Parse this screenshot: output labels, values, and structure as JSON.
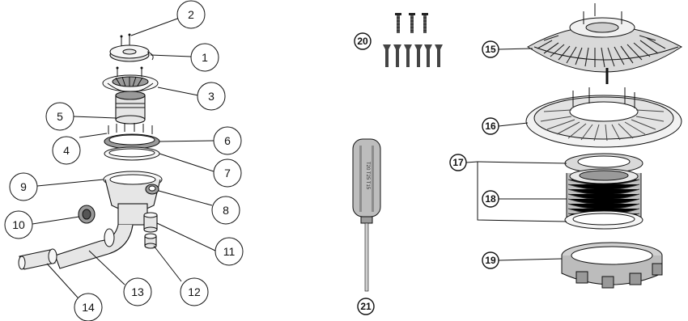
{
  "callouts_left": [
    {
      "id": "1",
      "label": "1"
    },
    {
      "id": "2",
      "label": "2"
    },
    {
      "id": "3",
      "label": "3"
    },
    {
      "id": "4",
      "label": "4"
    },
    {
      "id": "5",
      "label": "5"
    },
    {
      "id": "6",
      "label": "6"
    },
    {
      "id": "7",
      "label": "7"
    },
    {
      "id": "8",
      "label": "8"
    },
    {
      "id": "9",
      "label": "9"
    },
    {
      "id": "10",
      "label": "10"
    },
    {
      "id": "11",
      "label": "11"
    },
    {
      "id": "12",
      "label": "12"
    },
    {
      "id": "13",
      "label": "13"
    },
    {
      "id": "14",
      "label": "14"
    }
  ],
  "callouts_right": [
    {
      "id": "15",
      "label": "15"
    },
    {
      "id": "16",
      "label": "16"
    },
    {
      "id": "17",
      "label": "17"
    },
    {
      "id": "18",
      "label": "18"
    },
    {
      "id": "19",
      "label": "19"
    },
    {
      "id": "20",
      "label": "20"
    },
    {
      "id": "21",
      "label": "21"
    }
  ],
  "screwdriver_text": "T20 T25 T15"
}
